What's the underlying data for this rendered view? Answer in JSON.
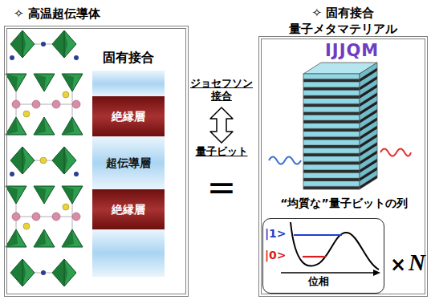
{
  "diagram": {
    "nodes": [
      {
        "text": [
          "✧ 高温超伝導体"
        ]
      },
      {
        "text": [
          "固有接合"
        ],
        "in": 0
      },
      {
        "text": [
          "絶縁層"
        ],
        "in": 1
      },
      {
        "text": [
          "超伝導層"
        ],
        "in": 1
      },
      {
        "text": [
          "絶縁層"
        ],
        "in": 1
      },
      {
        "text": [
          "✧ 固有接合",
          "量子メタマテリアル"
        ]
      },
      {
        "text": [
          "|1>",
          "|0>",
          "位相"
        ],
        "in": 5
      }
    ],
    "labels": [
      "ジョセフソン接合",
      "量子ビット",
      "=",
      "IJJQM",
      "“均質な”量子ビットの列",
      "×",
      "N"
    ]
  }
}
